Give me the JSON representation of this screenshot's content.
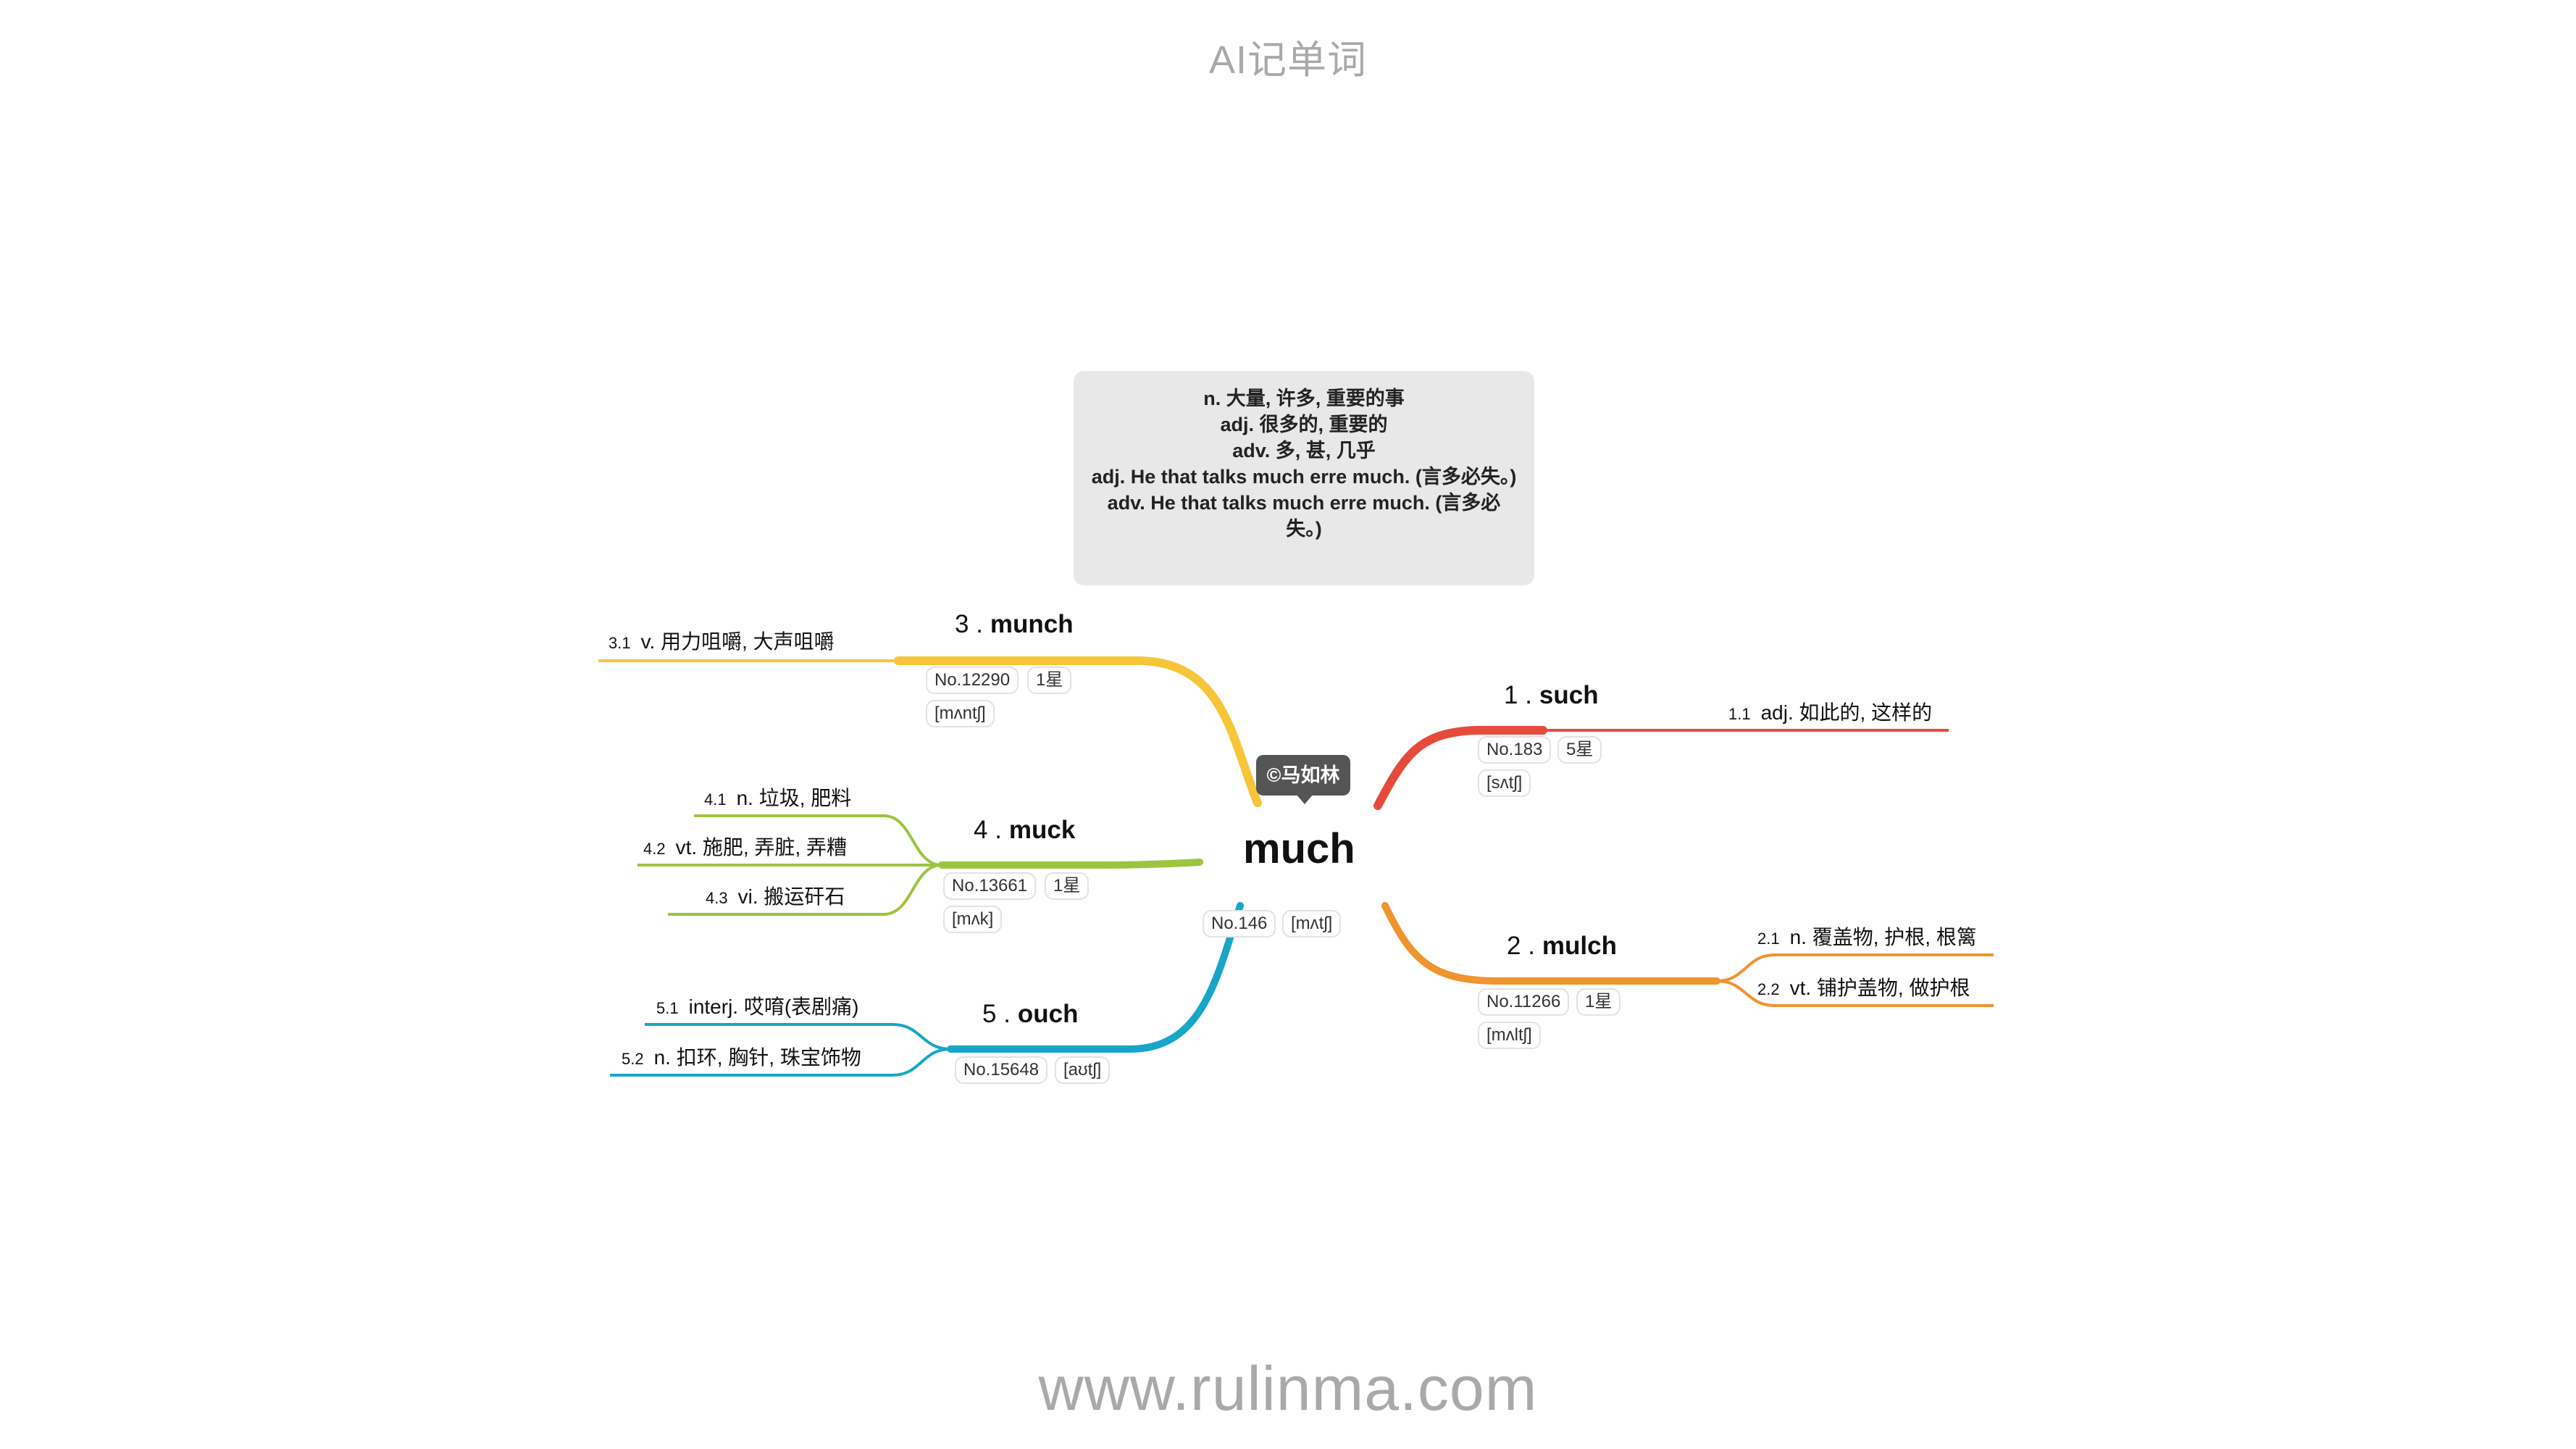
{
  "header": {
    "title": "AI记单词"
  },
  "footer": {
    "url": "www.rulinma.com"
  },
  "center": {
    "word": "much",
    "rank": "No.146",
    "phonetic": "[mʌtʃ]",
    "copyright": "©马如林",
    "definitions": [
      "n. 大量, 许多, 重要的事",
      "adj. 很多的, 重要的",
      "adv. 多, 甚, 几乎",
      "adj. He that talks much erre much. (言多必失。)",
      "adv. He that talks much erre much. (言多必失。)"
    ]
  },
  "colors": {
    "branch1": "#e64a3b",
    "branch2": "#f0942e",
    "branch3": "#f7c53a",
    "branch4": "#9dc43f",
    "branch5": "#17a6c8"
  },
  "branches": [
    {
      "index": "1 .",
      "word": "such",
      "rank": "No.183",
      "stars": "5星",
      "phonetic": "[sʌtʃ]",
      "senses": [
        {
          "num": "1.1",
          "text": "adj. 如此的, 这样的"
        }
      ]
    },
    {
      "index": "2 .",
      "word": "mulch",
      "rank": "No.11266",
      "stars": "1星",
      "phonetic": "[mʌltʃ]",
      "senses": [
        {
          "num": "2.1",
          "text": "n. 覆盖物, 护根, 根篱"
        },
        {
          "num": "2.2",
          "text": "vt. 铺护盖物, 做护根"
        }
      ]
    },
    {
      "index": "3 .",
      "word": "munch",
      "rank": "No.12290",
      "stars": "1星",
      "phonetic": "[mʌntʃ]",
      "senses": [
        {
          "num": "3.1",
          "text": "v. 用力咀嚼, 大声咀嚼"
        }
      ]
    },
    {
      "index": "4 .",
      "word": "muck",
      "rank": "No.13661",
      "stars": "1星",
      "phonetic": "[mʌk]",
      "senses": [
        {
          "num": "4.1",
          "text": "n. 垃圾, 肥料"
        },
        {
          "num": "4.2",
          "text": "vt. 施肥, 弄脏, 弄糟"
        },
        {
          "num": "4.3",
          "text": "vi. 搬运矸石"
        }
      ]
    },
    {
      "index": "5 .",
      "word": "ouch",
      "rank": "No.15648",
      "phonetic": "[aʊtʃ]",
      "senses": [
        {
          "num": "5.1",
          "text": "interj. 哎唷(表剧痛)"
        },
        {
          "num": "5.2",
          "text": "n. 扣环, 胸针, 珠宝饰物"
        }
      ]
    }
  ]
}
